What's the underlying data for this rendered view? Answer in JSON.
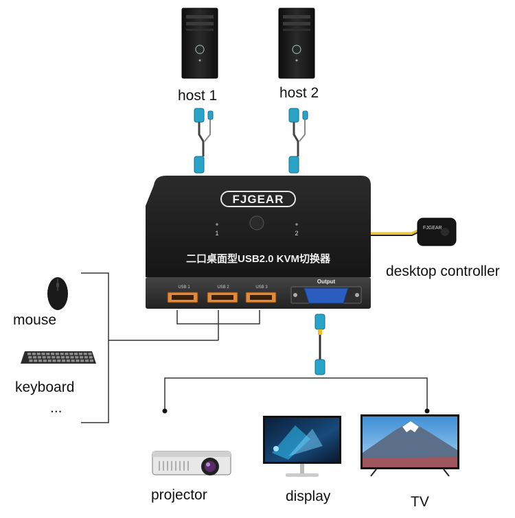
{
  "hosts": [
    {
      "label": "host 1"
    },
    {
      "label": "host 2"
    }
  ],
  "device": {
    "brand": "FJGEAR",
    "model_text": "二口桌面型USB2.0 KVM切换器",
    "indicators": [
      "1",
      "2"
    ],
    "usb_ports": [
      "USB 1",
      "USB 2",
      "USB 3"
    ],
    "output_label": "Output"
  },
  "controller": {
    "label": "desktop controller",
    "brand": "FJGEAR"
  },
  "peripherals": {
    "mouse": "mouse",
    "keyboard": "keyboard",
    "more": "..."
  },
  "outputs": {
    "projector": "projector",
    "display": "display",
    "tv": "TV"
  },
  "colors": {
    "connector": "#2aa3c9",
    "device_body": "#1e1e1e",
    "controller_cable": "#f0c020",
    "vga_port": "#2a5dc0",
    "usb_port": "#e08a3a"
  }
}
